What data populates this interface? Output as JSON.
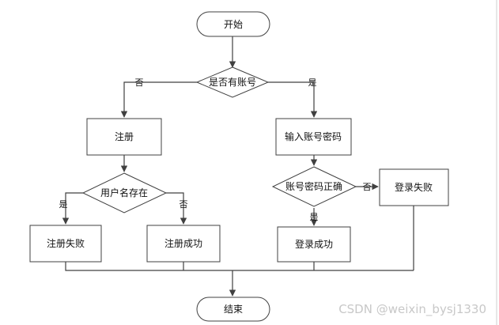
{
  "nodes": {
    "start": "开始",
    "has_account": "是否有账号",
    "register": "注册",
    "input_account": "输入账号密码",
    "username_exists": "用户名存在",
    "account_correct": "账号密码正确",
    "login_fail": "登录失败",
    "register_fail": "注册失败",
    "register_success": "注册成功",
    "login_success": "登录成功",
    "end": "结束"
  },
  "edge_labels": {
    "no": "否",
    "yes": "是"
  },
  "watermark": "CSDN @weixin_bysj1330"
}
